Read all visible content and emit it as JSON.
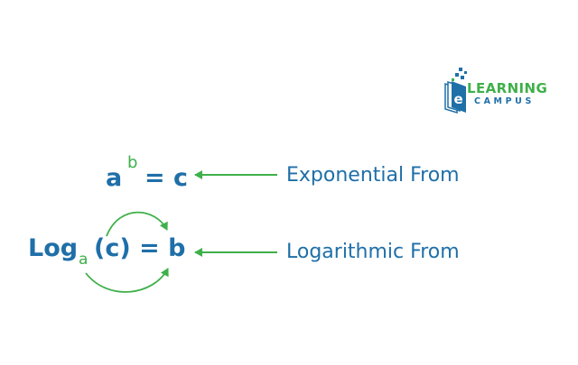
{
  "logo": {
    "letter": "e",
    "line1": "LEARNING",
    "line2": "CAMPUS",
    "colors": {
      "green": "#3fb04a",
      "blue": "#1f6fa8"
    }
  },
  "exponential": {
    "base": "a",
    "exponent": "b",
    "rest": "= c",
    "label": "Exponential From"
  },
  "logarithmic": {
    "log": "Log",
    "base": "a",
    "rest": "(c) = b",
    "label": "Logarithmic From"
  },
  "colors": {
    "text_blue": "#1f6fa8",
    "accent_green": "#3fb04a"
  }
}
